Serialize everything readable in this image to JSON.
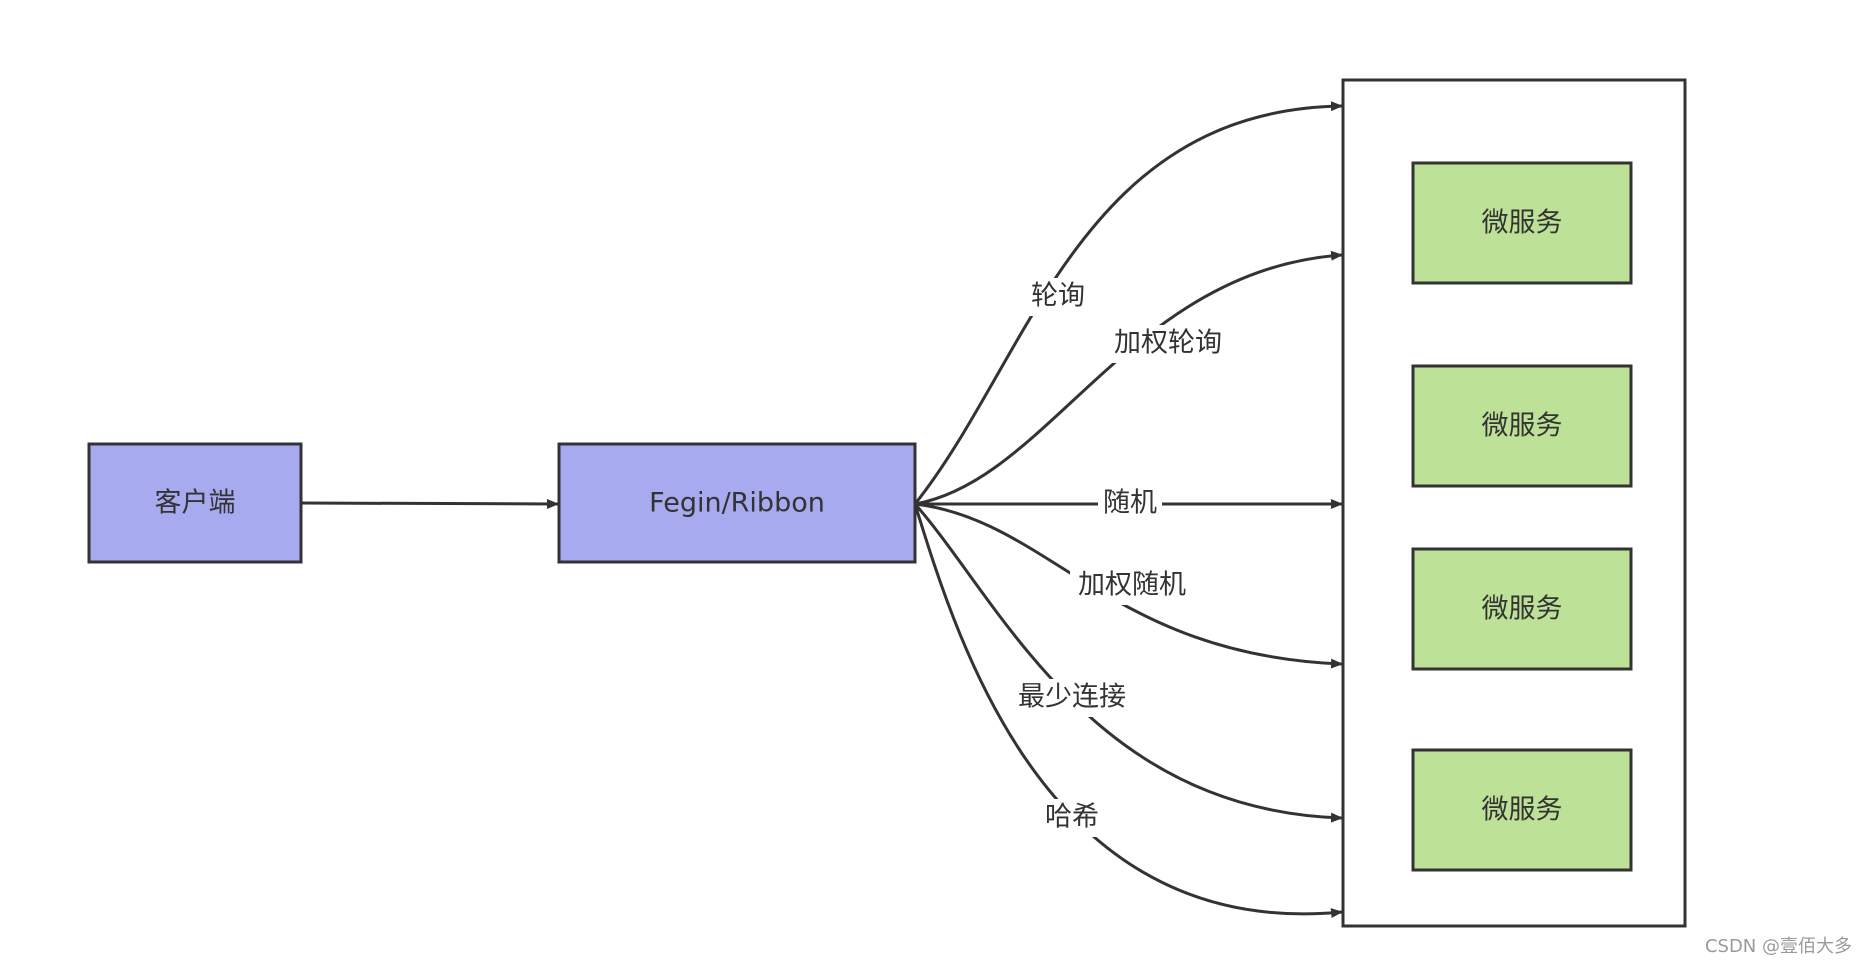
{
  "nodes": {
    "client": "客户端",
    "balancer": "Fegin/Ribbon",
    "services": [
      "微服务",
      "微服务",
      "微服务",
      "微服务"
    ]
  },
  "edges": {
    "round_robin": "轮询",
    "weighted_round_robin": "加权轮询",
    "random": "随机",
    "weighted_random": "加权随机",
    "least_connections": "最少连接",
    "hash": "哈希"
  },
  "watermark": "CSDN @壹佰大多",
  "colors": {
    "balancer_fill": "#a8aaf0",
    "service_fill": "#bde196",
    "stroke": "#333333",
    "background": "#ffffff"
  }
}
